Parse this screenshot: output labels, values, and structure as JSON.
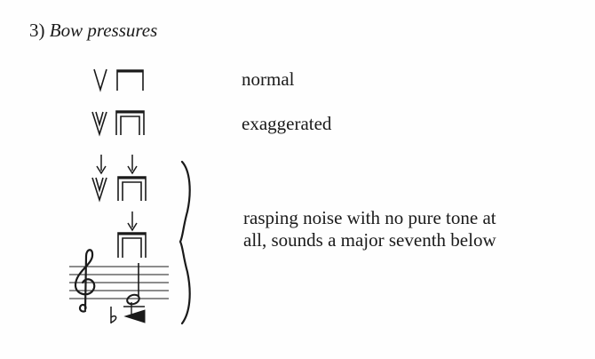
{
  "heading": {
    "number": "3)",
    "title": "Bow pressures"
  },
  "rows": [
    {
      "label": "normal"
    },
    {
      "label": "exaggerated"
    },
    {
      "label_lines": [
        "rasping noise with no pure tone at",
        "all, sounds a major seventh below"
      ]
    }
  ]
}
